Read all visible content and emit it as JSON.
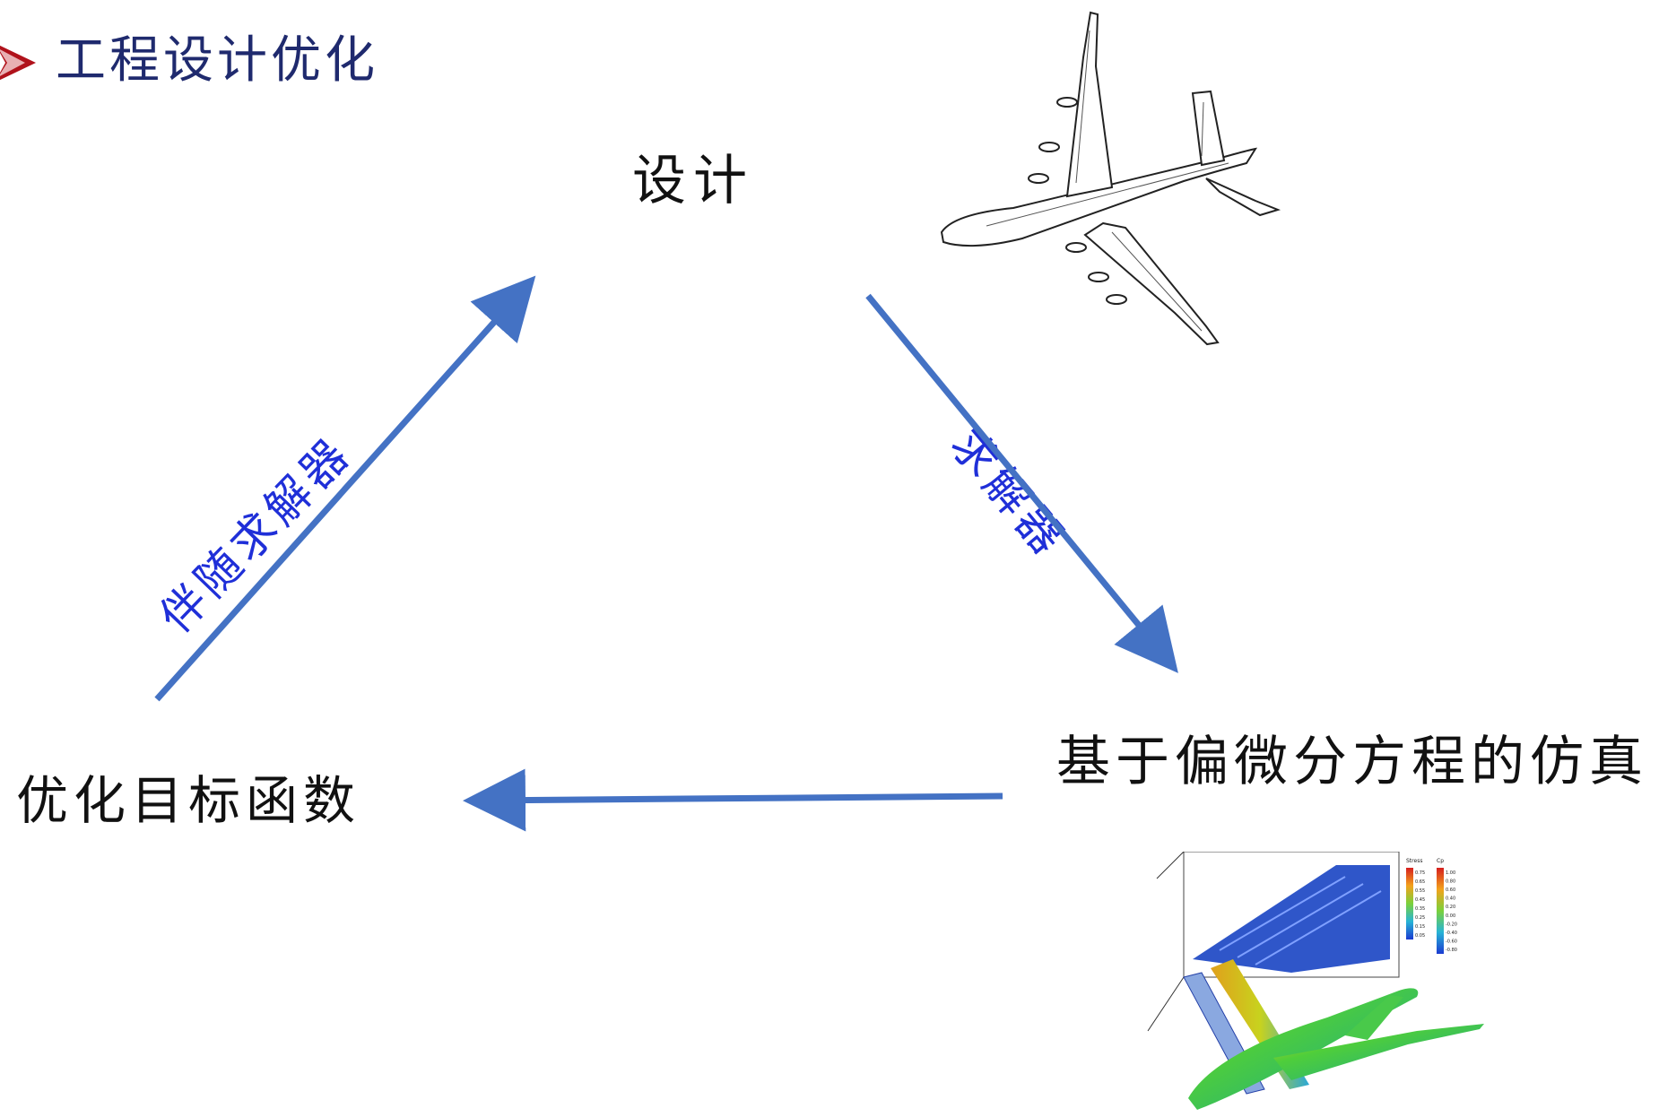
{
  "header": {
    "title": "工程设计优化",
    "marker_icon": "arrowhead-bullet-icon"
  },
  "nodes": {
    "design": "设计",
    "simulation": "基于偏微分方程的仿真",
    "objective": "优化目标函数"
  },
  "edges": {
    "solver_label": "求解器",
    "adjoint_label": "伴随求解器"
  },
  "colors": {
    "arrow": "#4472c4",
    "edge_text": "#1f2fd8",
    "title": "#1f2a6e",
    "marker": "#b0121b"
  },
  "images": {
    "aircraft_line_drawing": "aircraft-line-drawing",
    "aircraft_simulation": "aircraft-stress-pressure-simulation",
    "legend_stress": {
      "title": "Stress",
      "ticks": [
        "0.75",
        "0.65",
        "0.55",
        "0.45",
        "0.35",
        "0.25",
        "0.15",
        "0.05"
      ]
    },
    "legend_cp": {
      "title": "Cp",
      "ticks": [
        "1.00",
        "0.80",
        "0.60",
        "0.40",
        "0.20",
        "0.00",
        "-0.20",
        "-0.40",
        "-0.60",
        "-0.80"
      ]
    }
  }
}
